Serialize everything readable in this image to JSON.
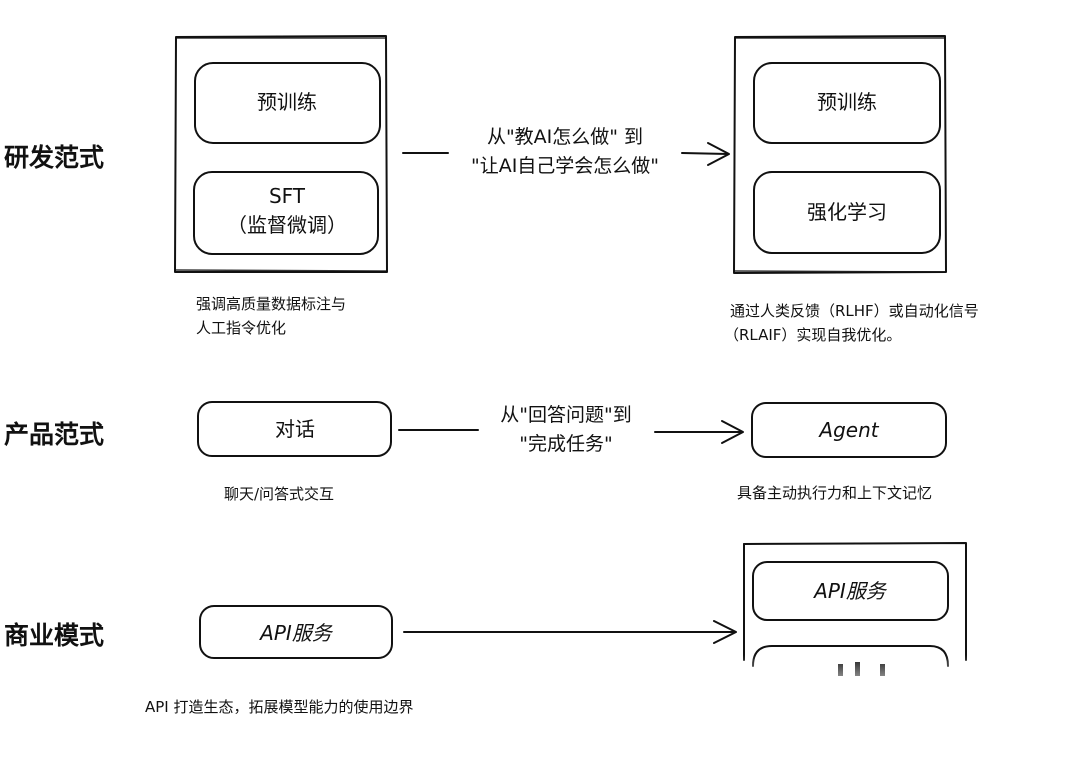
{
  "rows": {
    "research": {
      "label": "研发范式",
      "left_panel": {
        "box1": "预训练",
        "box2_line1": "SFT",
        "box2_line2": "（监督微调）"
      },
      "left_note": [
        "强调高质量数据标注与",
        "人工指令优化"
      ],
      "arrow_label": [
        "从\"教AI怎么做\" 到",
        "\"让AI自己学会怎么做\""
      ],
      "right_panel": {
        "box1": "预训练",
        "box2": "强化学习"
      },
      "right_note": [
        "通过人类反馈（RLHF）或自动化信号",
        "（RLAIF）实现自我优化。"
      ]
    },
    "product": {
      "label": "产品范式",
      "left_box": "对话",
      "left_note": "聊天/问答式交互",
      "arrow_label": [
        "从\"回答问题\"到",
        "\"完成任务\""
      ],
      "right_box": "Agent",
      "right_note": "具备主动执行力和上下文记忆"
    },
    "business": {
      "label": "商业模式",
      "left_box": "API服务",
      "left_note": "API 打造生态，拓展模型能力的使用边界",
      "right_panel": {
        "box1": "API服务"
      }
    }
  }
}
